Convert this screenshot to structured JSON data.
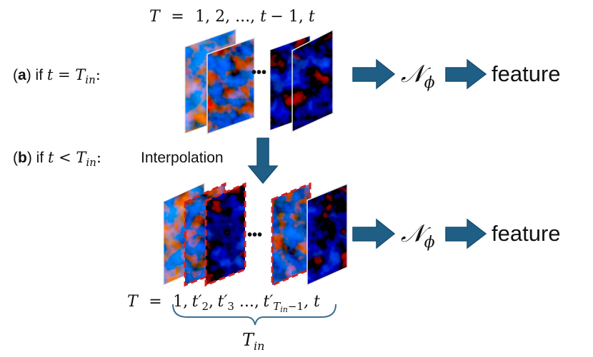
{
  "top_axis": {
    "T": "T",
    "eq": "=",
    "seq_a": "1, 2, ..., ",
    "t_minus": "t",
    "minus_one": " − 1, ",
    "t_end": "t"
  },
  "case_a": {
    "bold": "a",
    "paren_open": "(",
    "paren_close": ")",
    "if_text": " if ",
    "cond_var": "t",
    "cond_op": " = ",
    "cond_rhs": "T",
    "cond_sub": "in",
    "colon": ":"
  },
  "case_b": {
    "bold": "b",
    "paren_open": "(",
    "paren_close": ")",
    "if_text": " if ",
    "cond_var": "t",
    "cond_op": " < ",
    "cond_rhs": "T",
    "cond_sub": "in",
    "colon": ":",
    "interp_label": "Interpolation"
  },
  "network": {
    "symbol": "𝒩",
    "sub": "ϕ",
    "output": "feature"
  },
  "ellipsis": "•••",
  "bottom_axis": {
    "T": "T",
    "eq": "=",
    "one": "1,",
    "t2": "t′",
    "t2_sub": "2",
    "t3": "t′",
    "t3_sub": "3",
    "dots": " ...,",
    "tin": "t′",
    "tin_sub": "T",
    "tin_subsub": "in",
    "tin_minus": "−1",
    "last": ", t",
    "brace_label": "T",
    "brace_sub": "in"
  },
  "colors": {
    "arrow_fill": "#1f5f86",
    "arrow_stroke": "#1a4f70",
    "brace": "#3a6f92",
    "dashed_frame": "#d42020"
  }
}
